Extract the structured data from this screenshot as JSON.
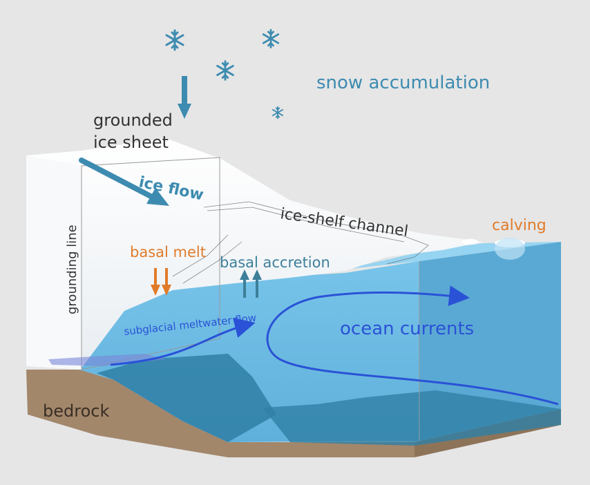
{
  "labels": {
    "snow_accumulation": "snow accumulation",
    "grounded_line1": "grounded",
    "grounded_line2": "ice sheet",
    "ice_flow": "ice flow",
    "ice_shelf_channel": "ice-shelf channel",
    "calving": "calving",
    "grounding_line": "grounding line",
    "basal_melt": "basal melt",
    "basal_accretion": "basal accretion",
    "subglacial_meltwater_flow": "subglacial meltwater flow",
    "ocean_currents": "ocean currents",
    "bedrock": "bedrock"
  },
  "colors": {
    "background": "#e6e6e6",
    "ice": "#f7f9fb",
    "ocean": "#6ebde6",
    "ocean_dark": "#2f7fa6",
    "bedrock": "#a2876b",
    "label_blue": "#3d8bb0",
    "label_orange": "#e07b2a",
    "label_dark": "#333333",
    "current_arrow": "#2a52d6",
    "snow_arrow": "#3d8bb0"
  },
  "icons": [
    "snowflake-icon",
    "down-arrow-icon",
    "up-arrow-icon",
    "flow-arrow-icon"
  ]
}
